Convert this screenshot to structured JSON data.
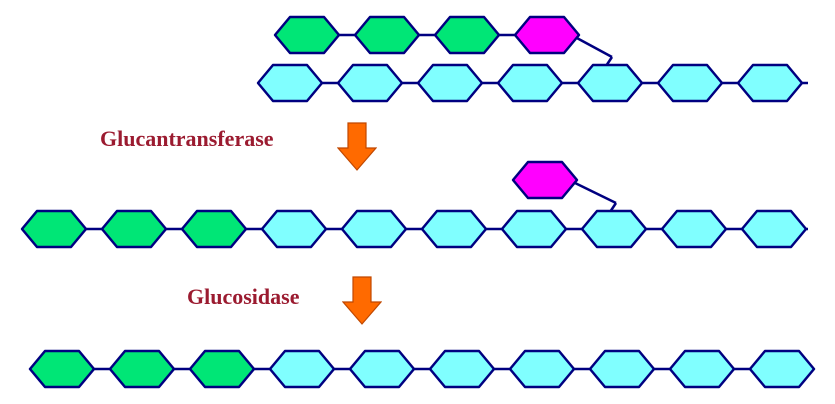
{
  "steps": [
    {
      "enzyme": "Glucantransferase"
    },
    {
      "enzyme": "Glucosidase"
    }
  ],
  "colors": {
    "glucose_backbone": "#80ffff",
    "transferred_glucose": "#00e676",
    "branch_glucose": "#ff00ff",
    "outline": "#000080",
    "label": "#9b1b30",
    "arrow": "#ff6a00"
  },
  "stages": [
    {
      "name": "before-transfer",
      "main_chain": [
        "backbone",
        "backbone",
        "backbone",
        "backbone",
        "backbone",
        "backbone",
        "backbone"
      ],
      "branch": [
        "transferred",
        "transferred",
        "transferred",
        "branch"
      ]
    },
    {
      "name": "after-transfer",
      "main_chain": [
        "transferred",
        "transferred",
        "transferred",
        "backbone",
        "backbone",
        "backbone",
        "backbone",
        "backbone",
        "backbone",
        "backbone"
      ],
      "branch": [
        "branch"
      ]
    },
    {
      "name": "after-debranching",
      "main_chain": [
        "transferred",
        "transferred",
        "transferred",
        "backbone",
        "backbone",
        "backbone",
        "backbone",
        "backbone",
        "backbone",
        "backbone"
      ],
      "branch": []
    }
  ]
}
